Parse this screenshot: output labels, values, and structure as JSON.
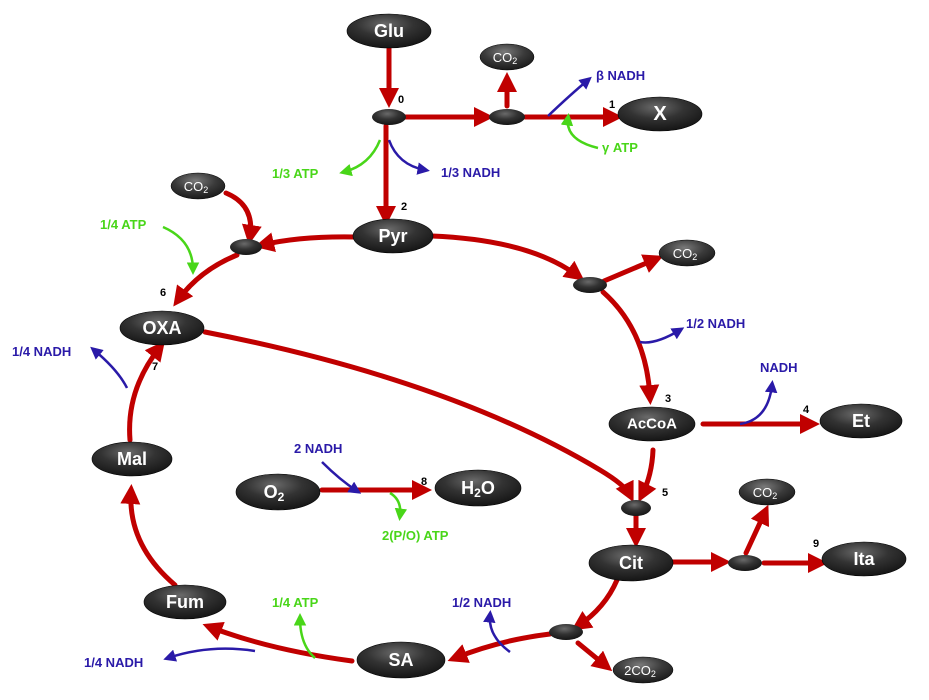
{
  "colors": {
    "red_arrow": "#c00000",
    "nadh": "#2a1aa8",
    "atp": "#49d619",
    "node_fill": "#2e2e2e",
    "node_text": "#ffffff"
  },
  "nodes": {
    "glu": "Glu",
    "x": "X",
    "pyr": "Pyr",
    "oxa": "OXA",
    "mal": "Mal",
    "fum": "Fum",
    "sa": "SA",
    "cit": "Cit",
    "ita": "Ita",
    "accoa": "AcCoA",
    "et": "Et",
    "o2": "O",
    "o2_sub": "2",
    "h2o_h": "H",
    "h2o_sub": "2",
    "h2o_o": "O"
  },
  "co2": {
    "label": "CO",
    "sub": "2",
    "label_2co2": "2CO"
  },
  "reaction_numbers": [
    "0",
    "1",
    "2",
    "3",
    "4",
    "5",
    "6",
    "7",
    "8",
    "9"
  ],
  "cofactors": {
    "beta_nadh": "β NADH",
    "gamma_atp": "γ ATP",
    "third_atp": "1/3 ATP",
    "third_nadh": "1/3 NADH",
    "quarter_atp_top": "1/4 ATP",
    "half_nadh_right": "1/2 NADH",
    "nadh_et": "NADH",
    "quarter_nadh_left": "1/4 NADH",
    "two_nadh": "2 NADH",
    "po_atp": "2(P/O) ATP",
    "half_nadh_bottom": "1/2 NADH",
    "quarter_atp_bottom": "1/4 ATP",
    "quarter_nadh_bottom": "1/4 NADH"
  }
}
